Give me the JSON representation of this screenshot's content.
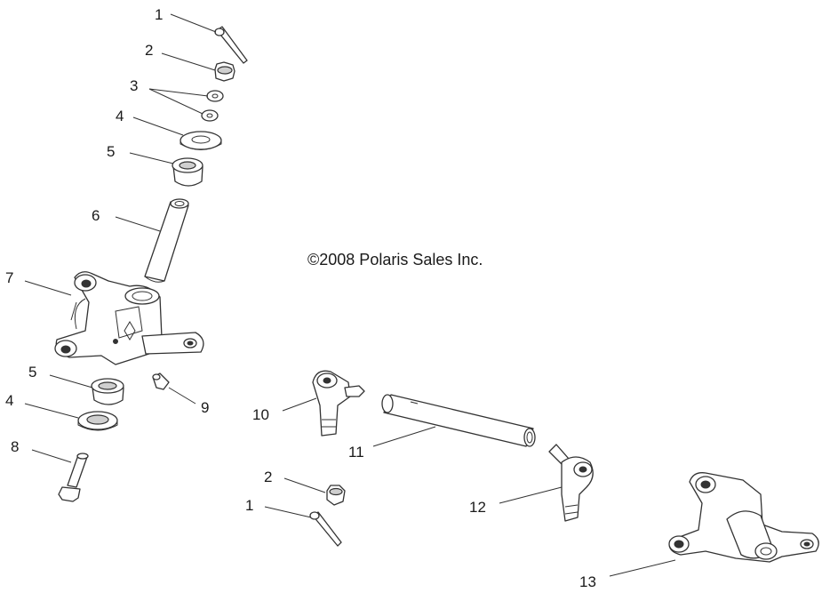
{
  "copyright": "©2008 Polaris Sales Inc.",
  "callouts": {
    "c1_top": "1",
    "c2_top": "2",
    "c3": "3",
    "c4_top": "4",
    "c5_top": "5",
    "c6": "6",
    "c7": "7",
    "c5_bottom": "5",
    "c4_bottom": "4",
    "c8": "8",
    "c9": "9",
    "c10": "10",
    "c11": "11",
    "c2_bottom": "2",
    "c1_bottom": "1",
    "c12": "12",
    "c13": "13"
  }
}
